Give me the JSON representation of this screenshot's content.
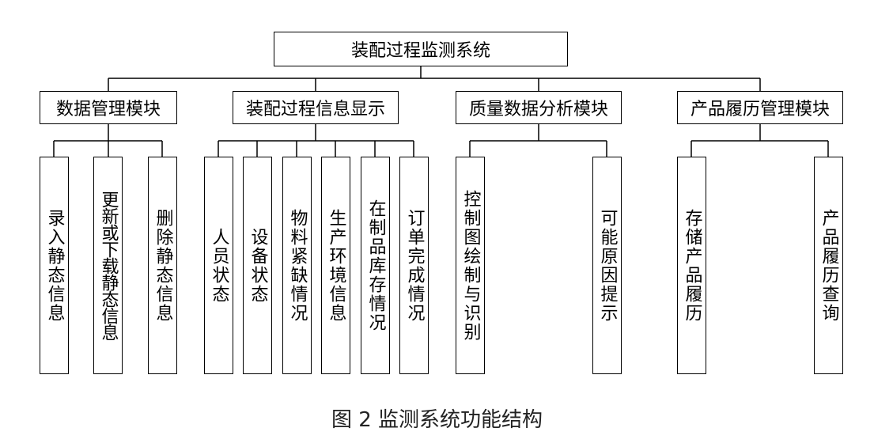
{
  "root": "装配过程监测系统",
  "modules": [
    {
      "label": "数据管理模块",
      "children": [
        "录入静态信息",
        "更新或下载静态信息",
        "删除静态信息"
      ]
    },
    {
      "label": "装配过程信息显示",
      "children": [
        "人员状态",
        "设备状态",
        "物料紧缺情况",
        "生产环境信息",
        "在制品库存情况",
        "订单完成情况"
      ]
    },
    {
      "label": "质量数据分析模块",
      "children": [
        "控制图绘制与识别",
        "可能原因提示"
      ]
    },
    {
      "label": "产品履历管理模块",
      "children": [
        "存储产品履历",
        "产品履历查询"
      ]
    }
  ],
  "caption": "图 2  监测系统功能结构"
}
